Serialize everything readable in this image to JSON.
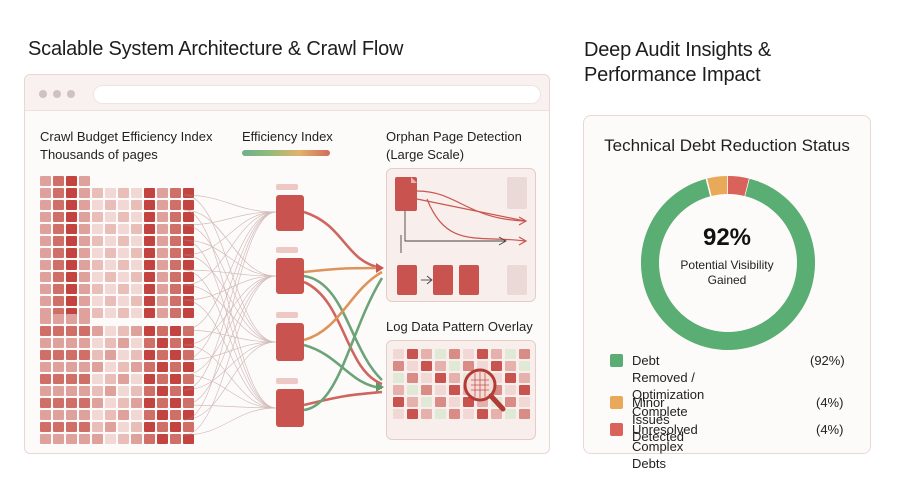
{
  "left_panel": {
    "title": "Scalable System Architecture & Crawl Flow",
    "crawl_budget_label_line1": "Crawl Budget Efficiency Index",
    "crawl_budget_label_line2": "Thousands of pages",
    "efficiency_index_label": "Efficiency Index",
    "orphan_label_line1": "Orphan Page Detection",
    "orphan_label_line2": "(Large Scale)",
    "log_label": "Log Data Pattern Overlay"
  },
  "right_panel": {
    "title_line1": "Deep Audit Insights &",
    "title_line2": "Performance Impact",
    "card_title": "Technical Debt Reduction Status",
    "center_value": "92%",
    "center_label_line1": "Potential Visibility",
    "center_label_line2": "Gained"
  },
  "chart_data": {
    "type": "pie",
    "title": "Technical Debt Reduction Status",
    "donut": true,
    "slices": [
      {
        "label": "Debt Removed / Optimization Complete",
        "label_line1": "Debt Removed / Optimization",
        "label_line2": "Complete",
        "value": 92,
        "display": "(92%)",
        "color": "#5aad73"
      },
      {
        "label": "Minor Issues Detected",
        "label_line1": "Minor Issues Detected",
        "label_line2": "",
        "value": 4,
        "display": "(4%)",
        "color": "#e8a95a"
      },
      {
        "label": "Unresolved Complex Debts",
        "label_line1": "Unresolved Complex Debts",
        "label_line2": "",
        "value": 4,
        "display": "(4%)",
        "color": "#d9625a"
      }
    ]
  },
  "colors": {
    "red": "#c8534e",
    "light_red": "#e6a7a2",
    "pale": "#f1d8d5",
    "green": "#5a9a6c",
    "orange": "#e2a55a"
  }
}
